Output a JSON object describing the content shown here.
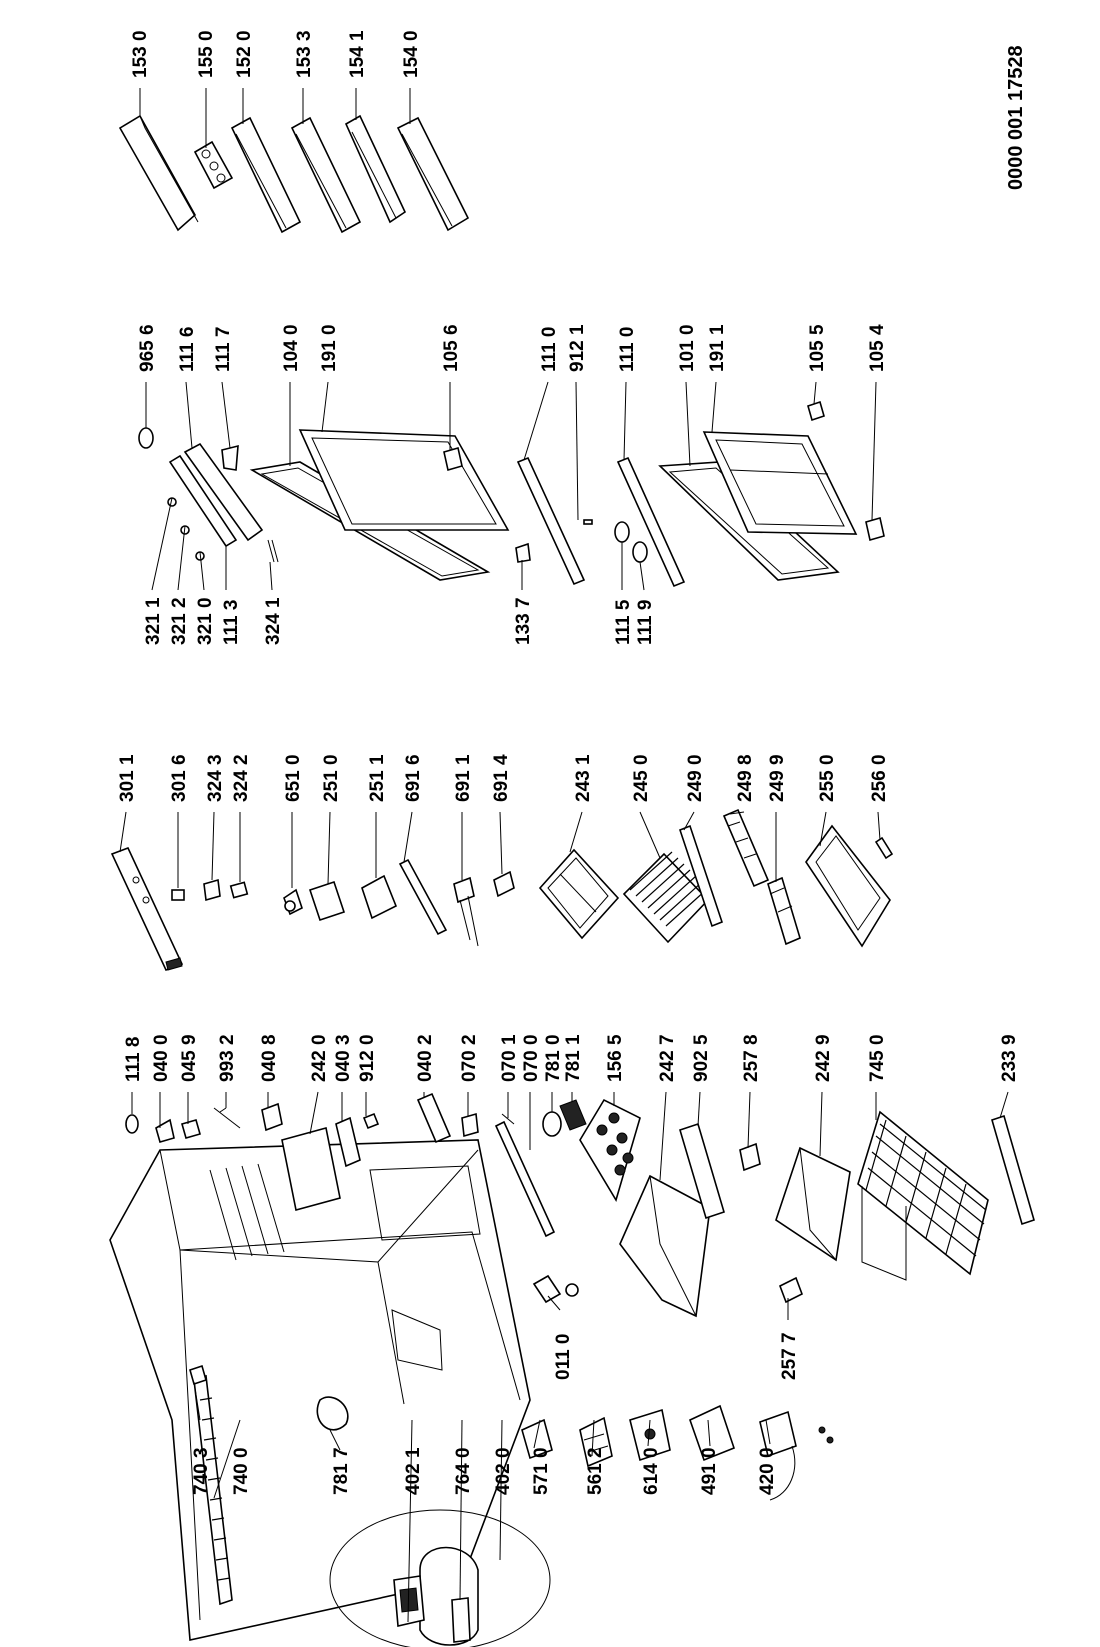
{
  "document_code": "0000 001 17528",
  "labels": {
    "l_153_0": "153 0",
    "l_155_0": "155 0",
    "l_152_0": "152 0",
    "l_153_3": "153 3",
    "l_154_1": "154 1",
    "l_154_0": "154 0",
    "l_965_6": "965 6",
    "l_111_6": "111 6",
    "l_111_7": "111 7",
    "l_104_0": "104 0",
    "l_191_0": "191 0",
    "l_105_6": "105 6",
    "l_111_0a": "111 0",
    "l_912_1": "912 1",
    "l_111_0b": "111 0",
    "l_101_0": "101 0",
    "l_191_1": "191 1",
    "l_105_5": "105 5",
    "l_105_4": "105 4",
    "l_321_1": "321 1",
    "l_321_2": "321 2",
    "l_321_0": "321 0",
    "l_111_3": "111 3",
    "l_324_1": "324 1",
    "l_133_7": "133 7",
    "l_111_5": "111 5",
    "l_111_9": "111 9",
    "l_301_1": "301 1",
    "l_301_6": "301 6",
    "l_324_3": "324 3",
    "l_324_2": "324 2",
    "l_651_0": "651 0",
    "l_251_0": "251 0",
    "l_251_1": "251 1",
    "l_691_6": "691 6",
    "l_691_1": "691 1",
    "l_691_4": "691 4",
    "l_243_1": "243 1",
    "l_245_0": "245 0",
    "l_249_0": "249 0",
    "l_249_8": "249 8",
    "l_249_9": "249 9",
    "l_255_0": "255 0",
    "l_256_0": "256 0",
    "l_111_8": "111 8",
    "l_040_0": "040 0",
    "l_045_9": "045 9",
    "l_993_2": "993 2",
    "l_040_8": "040 8",
    "l_242_0": "242 0",
    "l_040_3": "040 3",
    "l_912_0": "912 0",
    "l_040_2": "040 2",
    "l_070_2": "070 2",
    "l_070_1": "070 1",
    "l_070_0": "070 0",
    "l_781_0": "781 0",
    "l_781_1": "781 1",
    "l_156_5": "156 5",
    "l_242_7": "242 7",
    "l_902_5": "902 5",
    "l_257_8": "257 8",
    "l_242_9": "242 9",
    "l_745_0": "745 0",
    "l_233_9": "233 9",
    "l_011_0": "011 0",
    "l_257_7": "257 7",
    "l_740_3": "740 3",
    "l_740_0": "740 0",
    "l_781_7": "781 7",
    "l_402_1": "402 1",
    "l_764_0": "764 0",
    "l_402_0": "402 0",
    "l_571_0": "571 0",
    "l_561_2": "561 2",
    "l_614_0": "614 0",
    "l_491_0": "491 0",
    "l_420_0": "420 0"
  }
}
